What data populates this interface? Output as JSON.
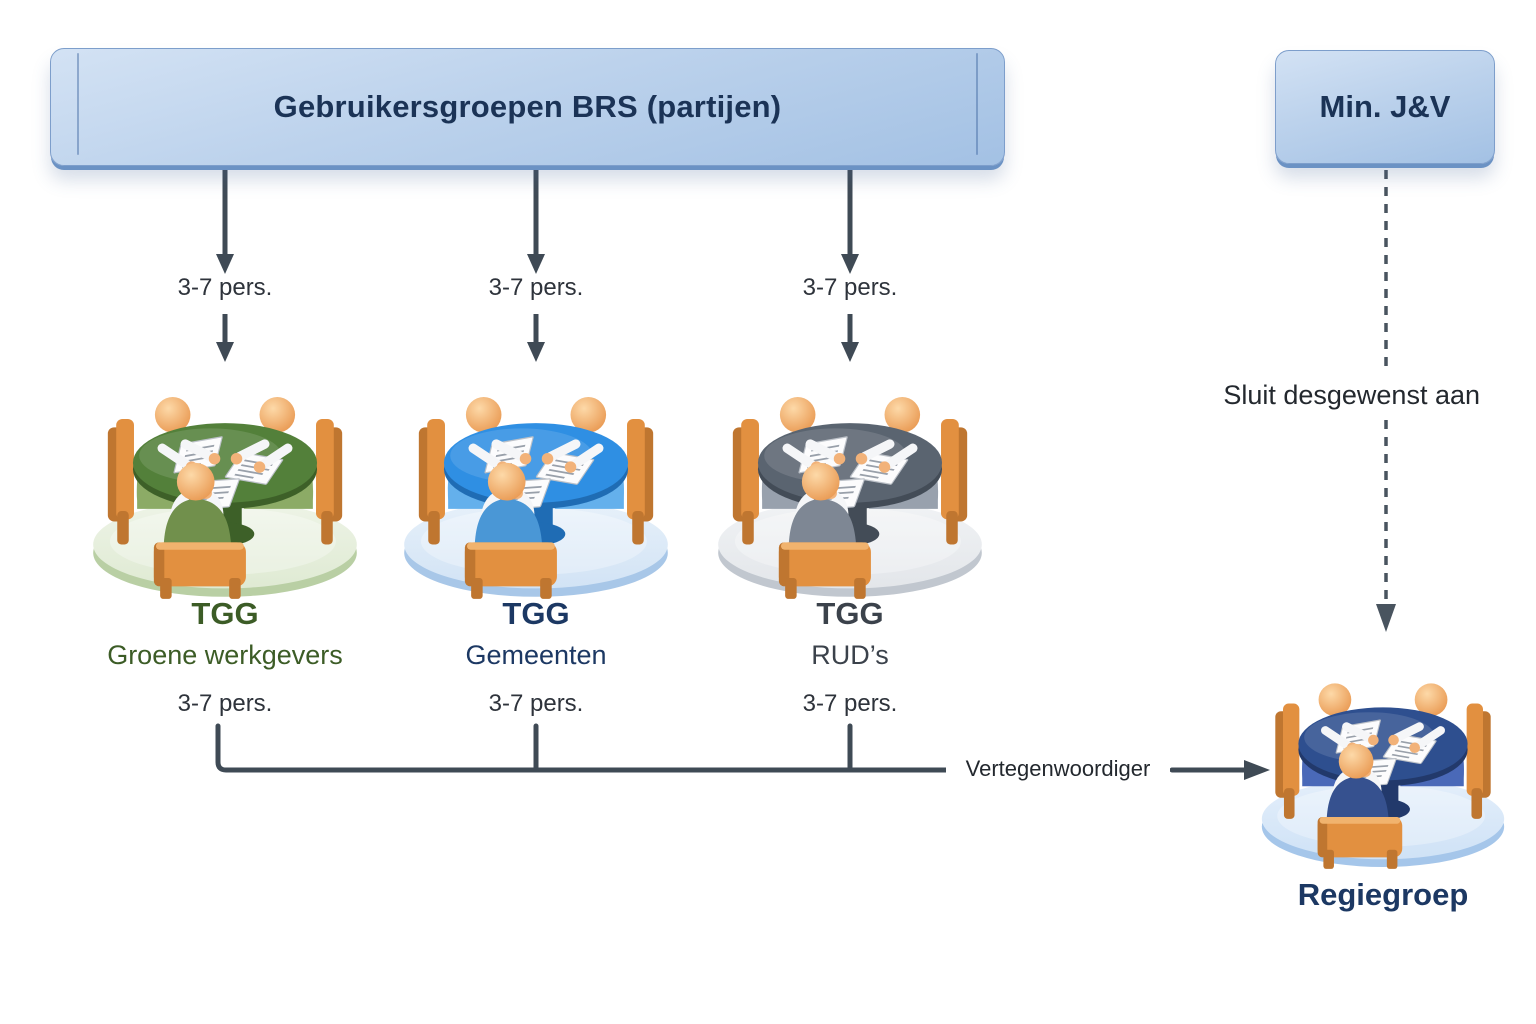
{
  "banner": {
    "label": "Gebruikersgroepen BRS (partijen)"
  },
  "ministry": {
    "label": "Min. J&V"
  },
  "groups": [
    {
      "id": "tgg-groene-werkgevers",
      "top_label": "3-7 pers.",
      "title": "TGG",
      "subtitle": "Groene werkgevers",
      "bottom_label": "3-7 pers.",
      "title_color": "#3c5c26",
      "icon_name": "meeting-table-green-icon",
      "icon": {
        "table": "#53803a",
        "table_dark": "#3d6028",
        "platform": "#dfead3",
        "platform_light": "#eef4e7",
        "platform_edge": "#b9cfa4",
        "shirt": "#8cab66",
        "shirt_dark": "#71904c"
      }
    },
    {
      "id": "tgg-gemeenten",
      "top_label": "3-7 pers.",
      "title": "TGG",
      "subtitle": "Gemeenten",
      "bottom_label": "3-7 pers.",
      "title_color": "#1c3863",
      "icon_name": "meeting-table-blue-icon",
      "icon": {
        "table": "#2f8fe3",
        "table_dark": "#1f6cb4",
        "platform": "#d2e3f5",
        "platform_light": "#e7f1fa",
        "platform_edge": "#a8c7e8",
        "shirt": "#64b0ec",
        "shirt_dark": "#4a97d6"
      }
    },
    {
      "id": "tgg-ruds",
      "top_label": "3-7 pers.",
      "title": "TGG",
      "subtitle": "RUD’s",
      "bottom_label": "3-7 pers.",
      "title_color": "#3b424b",
      "icon_name": "meeting-table-gray-icon",
      "icon": {
        "table": "#5a6470",
        "table_dark": "#434c57",
        "platform": "#e3e6ea",
        "platform_light": "#f1f3f5",
        "platform_edge": "#c1c7cf",
        "shirt": "#98a1ad",
        "shirt_dark": "#7e8794"
      }
    }
  ],
  "regiegroep": {
    "label": "Regiegroep",
    "label_color": "#1c3863",
    "icon_name": "meeting-table-darkblue-icon",
    "icon": {
      "table": "#2e4f8f",
      "table_dark": "#22396b",
      "platform": "#cfe2f6",
      "platform_light": "#e4effb",
      "platform_edge": "#a5c6ea",
      "shirt": "#4a69b8",
      "shirt_dark": "#36518f"
    }
  },
  "connectors": {
    "representative_label": "Vertegenwoordiger",
    "join_note": "Sluit desgewenst aan",
    "line_color": "#3f4a55",
    "dash_color": "#49545f"
  }
}
